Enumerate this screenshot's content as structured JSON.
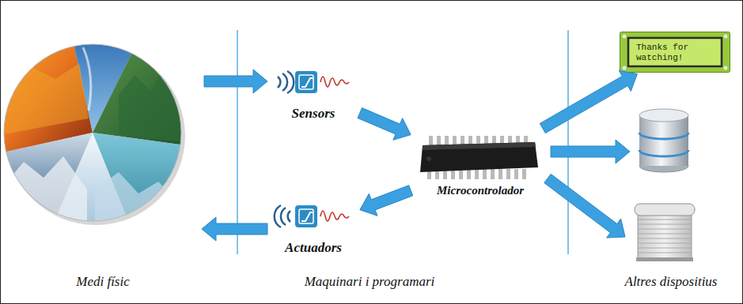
{
  "diagram": {
    "nodes": [
      {
        "text": [
          "Sensors"
        ]
      },
      {
        "text": [
          "Microcontrolador"
        ]
      },
      {
        "text": [
          "Actuadors"
        ]
      },
      {
        "text": [
          "Thanks for watching!"
        ]
      }
    ],
    "edges": [
      {
        "from": 0,
        "to": 1,
        "arrow": "to"
      },
      {
        "from": 1,
        "to": 2,
        "arrow": "to"
      },
      {
        "from": 1,
        "to": 3,
        "arrow": "to"
      }
    ],
    "labels": [
      "Medi físic",
      "Maquinari i programari",
      "Altres dispositius"
    ]
  }
}
